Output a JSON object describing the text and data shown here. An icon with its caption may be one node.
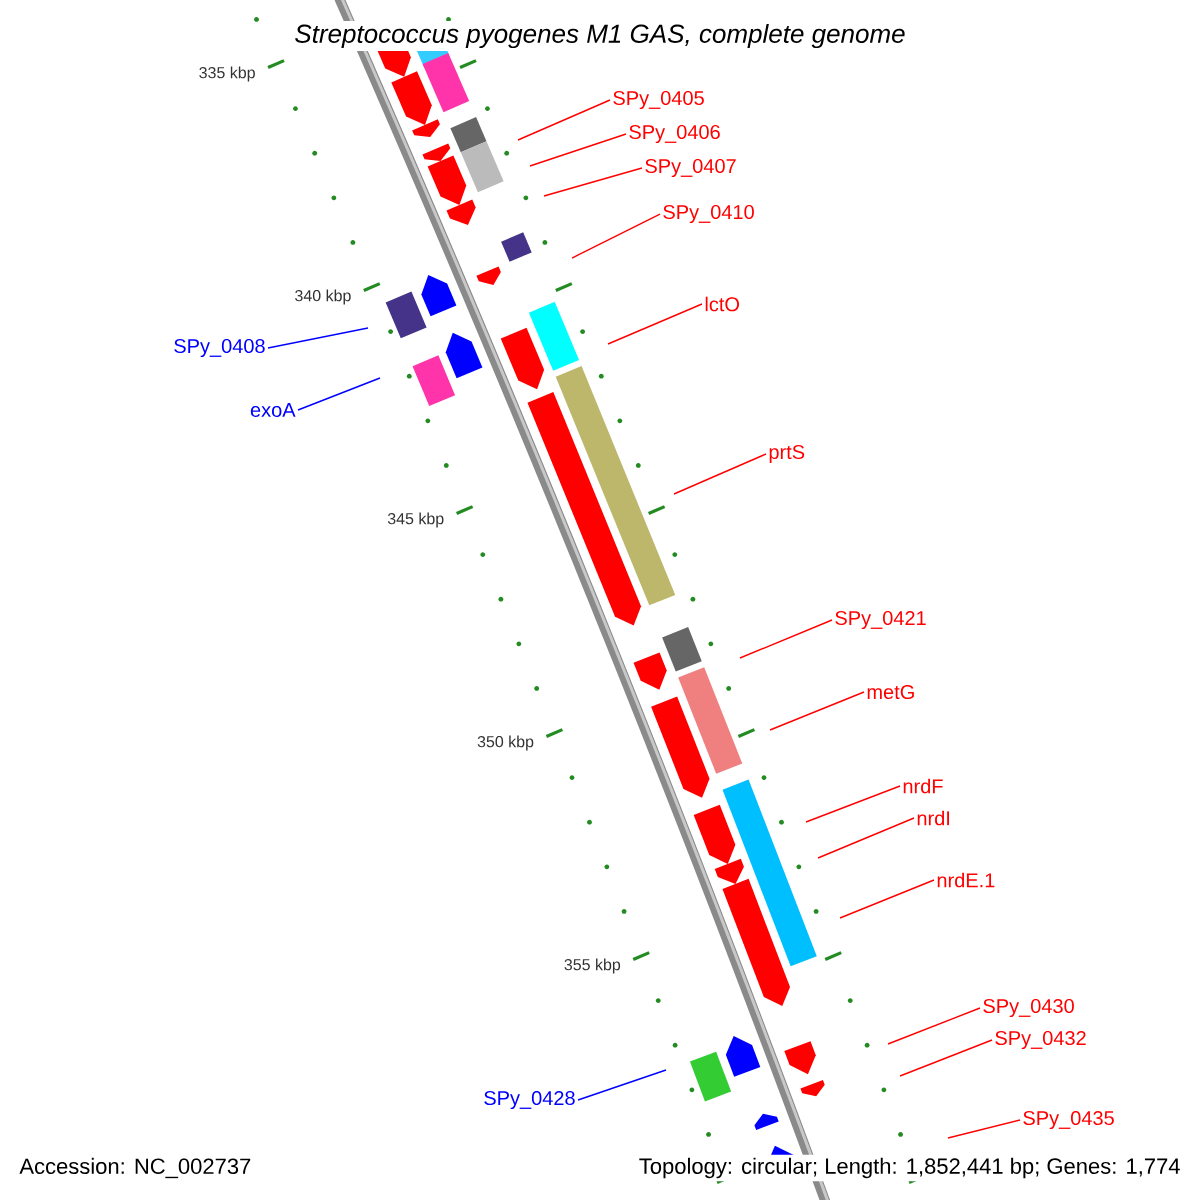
{
  "diagram": {
    "title": "Streptococcus pyogenes M1 GAS, complete genome",
    "nodes": [
      {
        "text": [
          "SPy_0405"
        ]
      },
      {
        "text": [
          "SPy_0406"
        ]
      },
      {
        "text": [
          "SPy_0407"
        ]
      },
      {
        "text": [
          "SPy_0410"
        ]
      },
      {
        "text": [
          "lctO"
        ]
      },
      {
        "text": [
          "SPy_0408"
        ]
      },
      {
        "text": [
          "exoA"
        ]
      },
      {
        "text": [
          "prtS"
        ]
      },
      {
        "text": [
          "SPy_0421"
        ]
      },
      {
        "text": [
          "metG"
        ]
      },
      {
        "text": [
          "nrdF"
        ]
      },
      {
        "text": [
          "nrdI"
        ]
      },
      {
        "text": [
          "nrdE.1"
        ]
      },
      {
        "text": [
          "SPy_0430"
        ]
      },
      {
        "text": [
          "SPy_0432"
        ]
      },
      {
        "text": [
          "SPy_0428"
        ]
      },
      {
        "text": [
          "SPy_0435"
        ]
      }
    ],
    "edges": [
      {
        "from": 0,
        "to": null,
        "arrow": "none"
      },
      {
        "from": 1,
        "to": null,
        "arrow": "none"
      },
      {
        "from": 2,
        "to": null,
        "arrow": "none"
      },
      {
        "from": 3,
        "to": null,
        "arrow": "none"
      },
      {
        "from": 4,
        "to": null,
        "arrow": "none"
      },
      {
        "from": 5,
        "to": null,
        "arrow": "none",
        "color": "#0000ff"
      },
      {
        "from": 6,
        "to": null,
        "arrow": "none",
        "color": "#0000ff"
      },
      {
        "from": 7,
        "to": null,
        "arrow": "none"
      },
      {
        "from": 8,
        "to": null,
        "arrow": "none"
      },
      {
        "from": 9,
        "to": null,
        "arrow": "none"
      },
      {
        "from": 10,
        "to": null,
        "arrow": "none"
      },
      {
        "from": 11,
        "to": null,
        "arrow": "none"
      },
      {
        "from": 12,
        "to": null,
        "arrow": "none"
      },
      {
        "from": 13,
        "to": null,
        "arrow": "none"
      },
      {
        "from": 14,
        "to": null,
        "arrow": "none"
      },
      {
        "from": 15,
        "to": null,
        "arrow": "none",
        "color": "#0000ff"
      },
      {
        "from": 16,
        "to": null,
        "arrow": "none"
      }
    ],
    "labels": [
      "335 kbp",
      "340 kbp",
      "345 kbp",
      "350 kbp",
      "355 kbp",
      "Accession: NC_002737",
      "Topology: circular; Length: 1,852,441 bp; Genes: 1,774"
    ]
  }
}
